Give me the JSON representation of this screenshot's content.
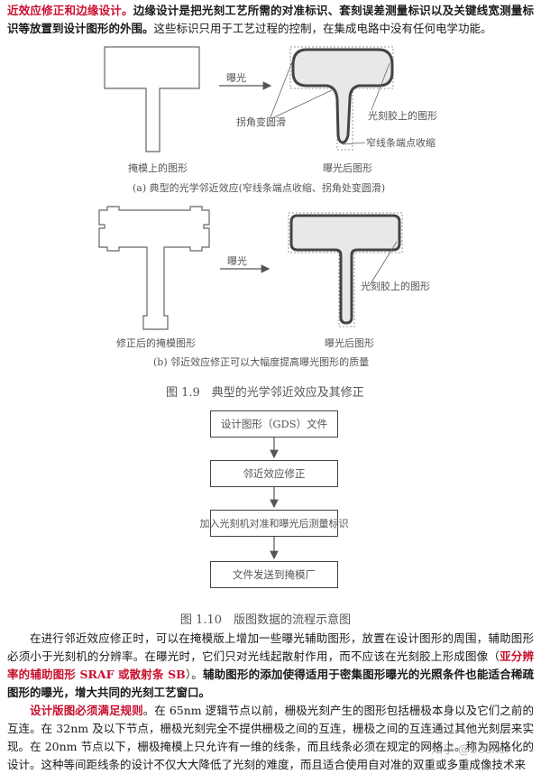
{
  "para1": {
    "lead": "近效应修正和边缘设计。",
    "bold_part": "边缘设计是把光刻工艺所需的对准标识、套刻误差测量标识以及关键线宽测量标识等放置到设计图形的外围。",
    "rest": "这些标识只用于工艺过程的控制，在集成电路中没有任何电学功能。"
  },
  "fig19": {
    "a": {
      "exposure": "曝光",
      "corner": "拐角变圆滑",
      "resist": "光刻胶上的图形",
      "line_end": "窄线条端点收缩",
      "mask": "掩模上的图形",
      "after": "曝光后图形",
      "caption": "(a) 典型的光学邻近效应(窄线条端点收缩、拐角处变圆滑)"
    },
    "b": {
      "exposure": "曝光",
      "resist": "光刻胶上的图形",
      "mask": "修正后的掩模图形",
      "after": "曝光后图形",
      "caption": "(b) 邻近效应修正可以大幅度提高曝光图形的质量"
    },
    "title": "图 1.9　典型的光学邻近效应及其修正"
  },
  "fig110": {
    "steps": [
      "设计图形（GDS）文件",
      "邻近效应修正",
      "加入光刻机对准和曝光后测量标识",
      "文件发送到掩模厂"
    ],
    "title": "图 1.10　版图数据的流程示意图"
  },
  "para2": {
    "start": "在进行邻近效应修正时，可以在掩模版上增加一些曝光辅助图形，放置在设计图形的周围，辅助图形必须小于光刻机的分辨率。在曝光时，它们只对光线起散射作用，而不应该在光刻胶上形成图像（",
    "red": "亚分辨率的辅助图形 SRAF 或散射条 SB",
    "mid": "）。",
    "bold": "辅助图形的添加使得适用于密集图形曝光的光照条件也能适合稀疏图形的曝光，增大共同的光刻工艺窗口。"
  },
  "para3": {
    "red": "设计版图必须满足规则",
    "rest": "。在 65nm 逻辑节点以前，栅极光刻产生的图形包括栅极本身以及它们之前的互连。在 32nm 及以下节点，栅极光刻完全不提供栅极之间的互连，栅极之间的互连通过其他光刻层来实现。在 20nm 节点以下，栅极掩模上只允许有一维的线条，而且线条必须在规定的网格上。称为网格化的设计。这种等间距线条的设计不仅大大降低了光刻的难度，而且适合使用自对准的双重或多重成像技术来"
  },
  "watermark": "知乎 @Seeker"
}
